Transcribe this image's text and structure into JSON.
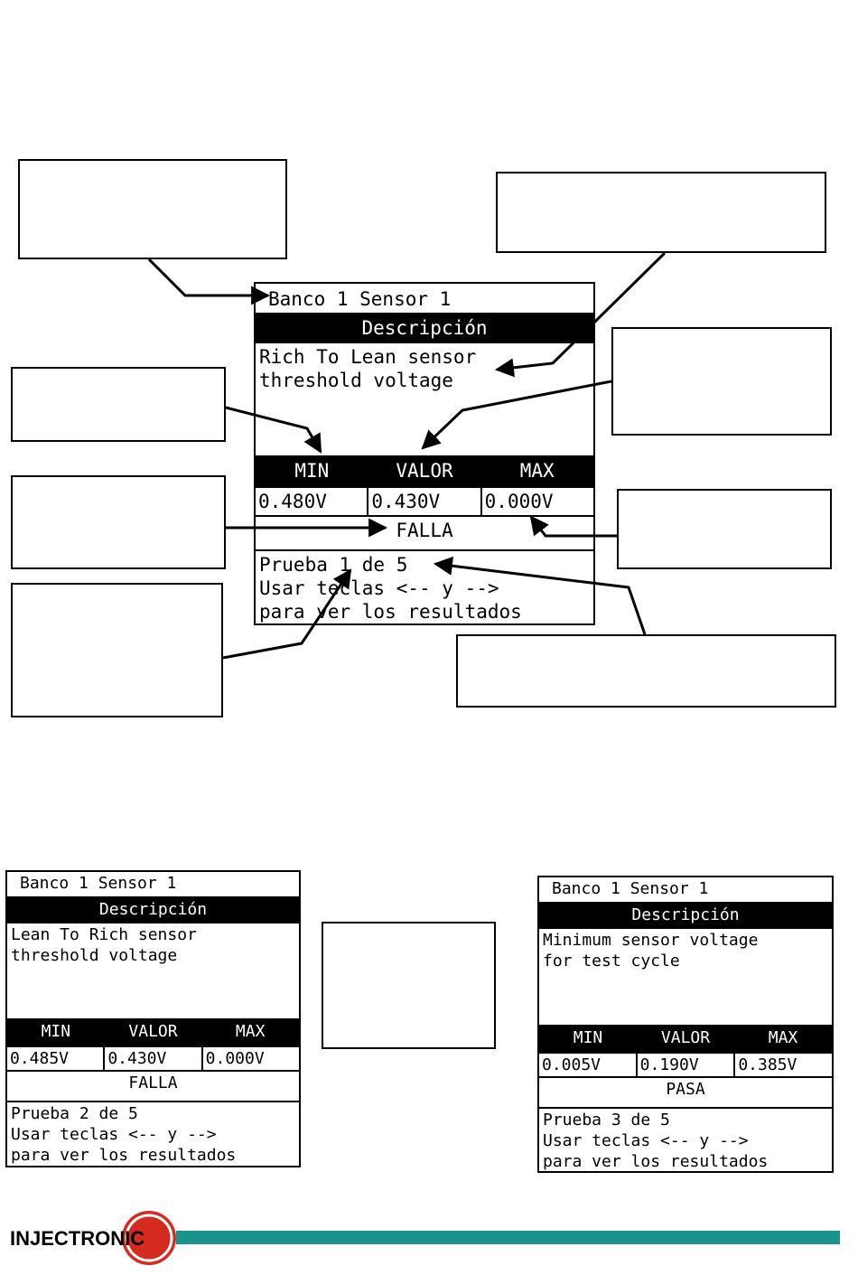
{
  "main_screen": {
    "title": "Banco 1 Sensor 1",
    "header": "Descripción",
    "description_line1": "Rich To Lean sensor",
    "description_line2": "threshold voltage",
    "columns": [
      "MIN",
      "VALOR",
      "MAX"
    ],
    "values": [
      "0.480V",
      "0.430V",
      "0.000V"
    ],
    "status": "FALLA",
    "footer_line1": "Prueba 1 de 5",
    "footer_line2": "Usar teclas <-- y -->",
    "footer_line3": "para ver los resultados"
  },
  "screen_2": {
    "title": "Banco 1 Sensor 1",
    "header": "Descripción",
    "description_line1": "Lean To Rich sensor",
    "description_line2": "threshold voltage",
    "columns": [
      "MIN",
      "VALOR",
      "MAX"
    ],
    "values": [
      "0.485V",
      "0.430V",
      "0.000V"
    ],
    "status": "FALLA",
    "footer_line1": "Prueba 2 de 5",
    "footer_line2": "Usar teclas <-- y -->",
    "footer_line3": "para ver los resultados"
  },
  "screen_3": {
    "title": "Banco 1 Sensor 1",
    "header": "Descripción",
    "description_line1": "Minimum sensor voltage",
    "description_line2": "for test cycle",
    "columns": [
      "MIN",
      "VALOR",
      "MAX"
    ],
    "values": [
      "0.005V",
      "0.190V",
      "0.385V"
    ],
    "status": "PASA",
    "footer_line1": "Prueba 3 de 5",
    "footer_line2": "Usar teclas <-- y -->",
    "footer_line3": "para ver los resultados"
  },
  "footer": {
    "logo_text": "INJECTRONIC",
    "brand_color": "#19948c",
    "logo_circle_color": "#d42a20"
  }
}
